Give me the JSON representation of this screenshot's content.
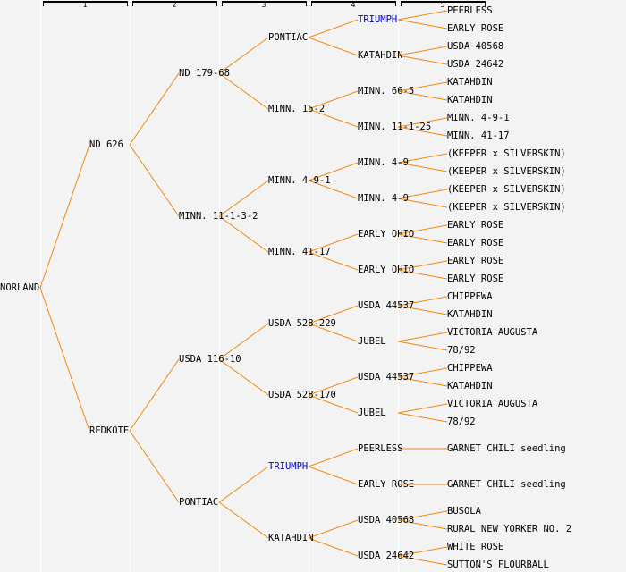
{
  "colors": {
    "background": "#f3f3f3",
    "line": "#f08a10",
    "text": "#000000",
    "highlight": "#0000cc",
    "separator": "#ffffff"
  },
  "generations": [
    "1",
    "2",
    "3",
    "4",
    "5"
  ],
  "pedigree": {
    "name": "NORLAND",
    "children": [
      {
        "name": "ND 626",
        "children": [
          {
            "name": "ND 179-68",
            "children": [
              {
                "name": "PONTIAC",
                "children": [
                  {
                    "name": "TRIUMPH",
                    "highlight": true,
                    "children": [
                      {
                        "name": "PEERLESS"
                      },
                      {
                        "name": "EARLY ROSE"
                      }
                    ]
                  },
                  {
                    "name": "KATAHDIN",
                    "children": [
                      {
                        "name": "USDA 40568"
                      },
                      {
                        "name": "USDA 24642"
                      }
                    ]
                  }
                ]
              },
              {
                "name": "MINN. 15-2",
                "children": [
                  {
                    "name": "MINN. 66-5",
                    "children": [
                      {
                        "name": "KATAHDIN"
                      },
                      {
                        "name": "KATAHDIN"
                      }
                    ]
                  },
                  {
                    "name": "MINN. 11-1-25",
                    "children": [
                      {
                        "name": "MINN. 4-9-1"
                      },
                      {
                        "name": "MINN. 41-17"
                      }
                    ]
                  }
                ]
              }
            ]
          },
          {
            "name": "MINN. 11-1-3-2",
            "children": [
              {
                "name": "MINN. 4-9-1",
                "children": [
                  {
                    "name": "MINN. 4-9",
                    "children": [
                      {
                        "name": "(KEEPER x SILVERSKIN)"
                      },
                      {
                        "name": "(KEEPER x SILVERSKIN)"
                      }
                    ]
                  },
                  {
                    "name": "MINN. 4-9",
                    "children": [
                      {
                        "name": "(KEEPER x SILVERSKIN)"
                      },
                      {
                        "name": "(KEEPER x SILVERSKIN)"
                      }
                    ]
                  }
                ]
              },
              {
                "name": "MINN. 41-17",
                "children": [
                  {
                    "name": "EARLY OHIO",
                    "children": [
                      {
                        "name": "EARLY ROSE"
                      },
                      {
                        "name": "EARLY ROSE"
                      }
                    ]
                  },
                  {
                    "name": "EARLY OHIO",
                    "children": [
                      {
                        "name": "EARLY ROSE"
                      },
                      {
                        "name": "EARLY ROSE"
                      }
                    ]
                  }
                ]
              }
            ]
          }
        ]
      },
      {
        "name": "REDKOTE",
        "children": [
          {
            "name": "USDA 116-10",
            "children": [
              {
                "name": "USDA 528-229",
                "children": [
                  {
                    "name": "USDA 44537",
                    "children": [
                      {
                        "name": "CHIPPEWA"
                      },
                      {
                        "name": "KATAHDIN"
                      }
                    ]
                  },
                  {
                    "name": "JUBEL",
                    "children": [
                      {
                        "name": "VICTORIA AUGUSTA"
                      },
                      {
                        "name": "78/92"
                      }
                    ]
                  }
                ]
              },
              {
                "name": "USDA 528-170",
                "children": [
                  {
                    "name": "USDA 44537",
                    "children": [
                      {
                        "name": "CHIPPEWA"
                      },
                      {
                        "name": "KATAHDIN"
                      }
                    ]
                  },
                  {
                    "name": "JUBEL",
                    "children": [
                      {
                        "name": "VICTORIA AUGUSTA"
                      },
                      {
                        "name": "78/92"
                      }
                    ]
                  }
                ]
              }
            ]
          },
          {
            "name": "PONTIAC",
            "children": [
              {
                "name": "TRIUMPH",
                "highlight": true,
                "children": [
                  {
                    "name": "PEERLESS",
                    "children": [
                      {
                        "name": "GARNET CHILI seedling"
                      }
                    ]
                  },
                  {
                    "name": "EARLY ROSE",
                    "children": [
                      {
                        "name": "GARNET CHILI seedling"
                      }
                    ]
                  }
                ]
              },
              {
                "name": "KATAHDIN",
                "children": [
                  {
                    "name": "USDA 40568",
                    "children": [
                      {
                        "name": "BUSOLA"
                      },
                      {
                        "name": "RURAL NEW YORKER NO. 2"
                      }
                    ]
                  },
                  {
                    "name": "USDA 24642",
                    "children": [
                      {
                        "name": "WHITE ROSE"
                      },
                      {
                        "name": "SUTTON'S FLOURBALL"
                      }
                    ]
                  }
                ]
              }
            ]
          }
        ]
      }
    ]
  }
}
